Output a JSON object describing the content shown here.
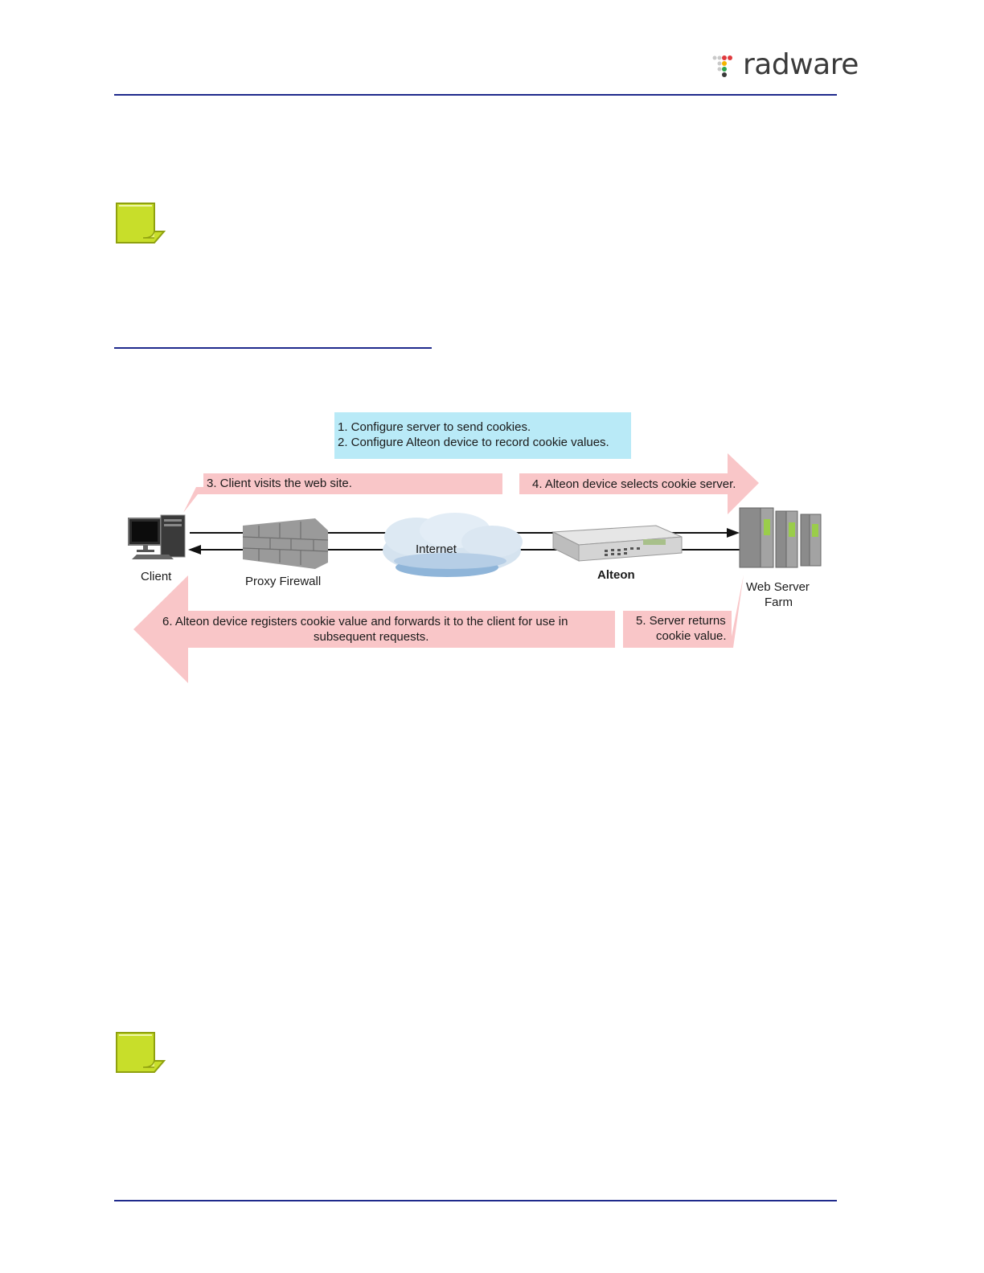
{
  "header": {
    "logo_text": "radware"
  },
  "diagram": {
    "setup_steps": [
      "1. Configure server to send cookies.",
      "2. Configure Alteon device to record cookie values."
    ],
    "step3": "3. Client visits the web site.",
    "step4": "4. Alteon device selects cookie server.",
    "step5_line1": "5. Server returns",
    "step5_line2": "cookie value.",
    "step6_line1": "6. Alteon device registers cookie value and forwards it to the client for use in",
    "step6_line2": "subsequent requests.",
    "nodes": {
      "client": "Client",
      "firewall": "Proxy Firewall",
      "internet": "Internet",
      "alteon": "Alteon",
      "farm_line1": "Web Server",
      "farm_line2": "Farm"
    }
  },
  "colors": {
    "rule": "#1f2a8c",
    "callout": "#f9c6c8",
    "steps_box": "#b9eaf7",
    "note_icon": "#c8de2a"
  }
}
